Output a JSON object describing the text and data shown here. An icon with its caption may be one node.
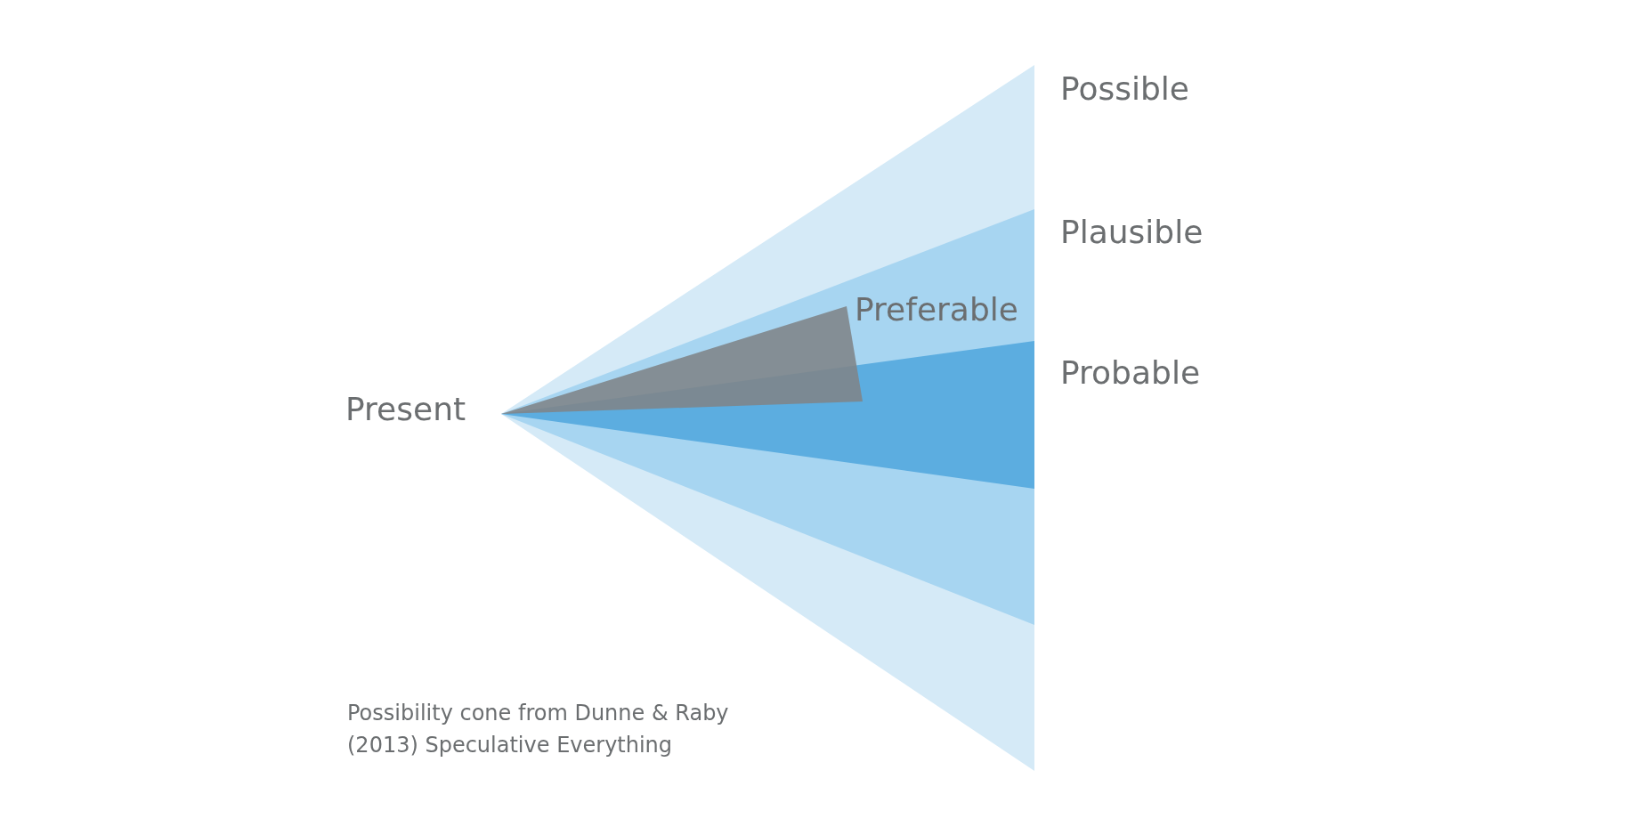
{
  "diagram": {
    "caption": "Possibility cone from Dunne & Raby (2013) Speculative Everything",
    "labels": [
      "Possible",
      "Plausible",
      "Preferable",
      "Present",
      "Probable"
    ]
  }
}
